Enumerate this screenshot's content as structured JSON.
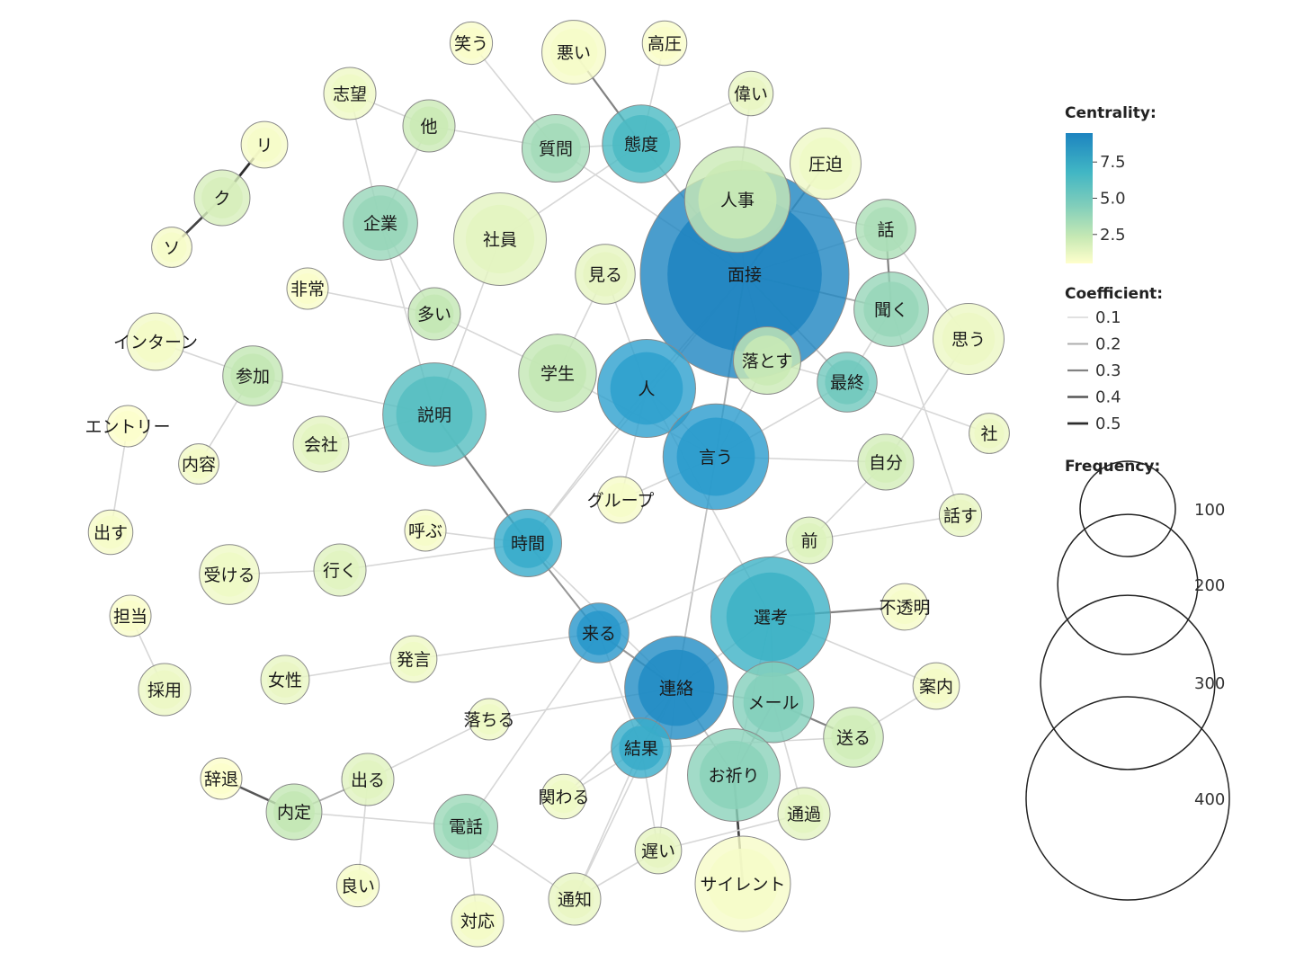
{
  "legend": {
    "centrality_title": "Centrality:",
    "centrality_ticks": [
      {
        "value": 7.5,
        "label": "7.5"
      },
      {
        "value": 5.0,
        "label": "5.0"
      },
      {
        "value": 2.5,
        "label": "2.5"
      }
    ],
    "centrality_range": [
      0.5,
      9.5
    ],
    "colors": [
      "#ffffcc",
      "#c7e9b4",
      "#7fcdbb",
      "#41b6c4",
      "#2c9fcf",
      "#1d84c0"
    ],
    "coefficient_title": "Coefficient:",
    "coefficient_items": [
      {
        "value": 0.1,
        "label": "0.1"
      },
      {
        "value": 0.2,
        "label": "0.2"
      },
      {
        "value": 0.3,
        "label": "0.3"
      },
      {
        "value": 0.4,
        "label": "0.4"
      },
      {
        "value": 0.5,
        "label": "0.5"
      }
    ],
    "frequency_title": "Frequency:",
    "frequency_items": [
      {
        "value": 100,
        "label": "100"
      },
      {
        "value": 200,
        "label": "200"
      },
      {
        "value": 300,
        "label": "300"
      },
      {
        "value": 400,
        "label": "400"
      }
    ]
  },
  "nodes": [
    {
      "id": "面接",
      "label": "面接",
      "freq": 420,
      "c": 9.5
    },
    {
      "id": "人事",
      "label": "人事",
      "freq": 120,
      "c": 2.2
    },
    {
      "id": "態度",
      "label": "態度",
      "freq": 70,
      "c": 5.6
    },
    {
      "id": "質問",
      "label": "質問",
      "freq": 55,
      "c": 3.2
    },
    {
      "id": "悪い",
      "label": "悪い",
      "freq": 50,
      "c": 0.8
    },
    {
      "id": "高圧",
      "label": "高圧",
      "freq": 28,
      "c": 0.7
    },
    {
      "id": "偉い",
      "label": "偉い",
      "freq": 28,
      "c": 1.2
    },
    {
      "id": "笑う",
      "label": "笑う",
      "freq": 26,
      "c": 0.7
    },
    {
      "id": "志望",
      "label": "志望",
      "freq": 36,
      "c": 1.0
    },
    {
      "id": "他",
      "label": "他",
      "freq": 36,
      "c": 2.2
    },
    {
      "id": "企業",
      "label": "企業",
      "freq": 65,
      "c": 3.5
    },
    {
      "id": "社員",
      "label": "社員",
      "freq": 95,
      "c": 1.4
    },
    {
      "id": "見る",
      "label": "見る",
      "freq": 45,
      "c": 1.3
    },
    {
      "id": "圧迫",
      "label": "圧迫",
      "freq": 60,
      "c": 1.0
    },
    {
      "id": "話",
      "label": "話",
      "freq": 45,
      "c": 3.0
    },
    {
      "id": "聞く",
      "label": "聞く",
      "freq": 65,
      "c": 3.5
    },
    {
      "id": "思う",
      "label": "思う",
      "freq": 60,
      "c": 1.1
    },
    {
      "id": "非常",
      "label": "非常",
      "freq": 25,
      "c": 0.7
    },
    {
      "id": "多い",
      "label": "多い",
      "freq": 36,
      "c": 2.4
    },
    {
      "id": "学生",
      "label": "学生",
      "freq": 70,
      "c": 2.4
    },
    {
      "id": "人",
      "label": "人",
      "freq": 105,
      "c": 7.6
    },
    {
      "id": "落とす",
      "label": "落とす",
      "freq": 55,
      "c": 2.2
    },
    {
      "id": "最終",
      "label": "最終",
      "freq": 45,
      "c": 4.5
    },
    {
      "id": "インターン",
      "label": "インターン",
      "freq": 42,
      "c": 0.9
    },
    {
      "id": "参加",
      "label": "参加",
      "freq": 45,
      "c": 2.4
    },
    {
      "id": "説明",
      "label": "説明",
      "freq": 115,
      "c": 5.3
    },
    {
      "id": "言う",
      "label": "言う",
      "freq": 120,
      "c": 8.0
    },
    {
      "id": "自分",
      "label": "自分",
      "freq": 40,
      "c": 1.9
    },
    {
      "id": "社",
      "label": "社",
      "freq": 24,
      "c": 1.1
    },
    {
      "id": "エントリー",
      "label": "エントリー",
      "freq": 25,
      "c": 0.6
    },
    {
      "id": "内容",
      "label": "内容",
      "freq": 24,
      "c": 0.9
    },
    {
      "id": "会社",
      "label": "会社",
      "freq": 40,
      "c": 1.4
    },
    {
      "id": "グループ",
      "label": "グループ",
      "freq": 30,
      "c": 0.8
    },
    {
      "id": "出す",
      "label": "出す",
      "freq": 28,
      "c": 0.8
    },
    {
      "id": "呼ぶ",
      "label": "呼ぶ",
      "freq": 25,
      "c": 0.8
    },
    {
      "id": "時間",
      "label": "時間",
      "freq": 55,
      "c": 6.8
    },
    {
      "id": "話す",
      "label": "話す",
      "freq": 26,
      "c": 1.2
    },
    {
      "id": "前",
      "label": "前",
      "freq": 30,
      "c": 1.6
    },
    {
      "id": "受ける",
      "label": "受ける",
      "freq": 45,
      "c": 1.0
    },
    {
      "id": "行く",
      "label": "行く",
      "freq": 36,
      "c": 1.5
    },
    {
      "id": "担当",
      "label": "担当",
      "freq": 25,
      "c": 0.7
    },
    {
      "id": "来る",
      "label": "来る",
      "freq": 45,
      "c": 8.3
    },
    {
      "id": "選考",
      "label": "選考",
      "freq": 150,
      "c": 6.3
    },
    {
      "id": "不透明",
      "label": "不透明",
      "freq": 30,
      "c": 0.8
    },
    {
      "id": "発言",
      "label": "発言",
      "freq": 30,
      "c": 1.0
    },
    {
      "id": "女性",
      "label": "女性",
      "freq": 32,
      "c": 1.2
    },
    {
      "id": "採用",
      "label": "採用",
      "freq": 36,
      "c": 1.1
    },
    {
      "id": "連絡",
      "label": "連絡",
      "freq": 115,
      "c": 9.0
    },
    {
      "id": "メール",
      "label": "メール",
      "freq": 75,
      "c": 4.0
    },
    {
      "id": "案内",
      "label": "案内",
      "freq": 30,
      "c": 0.9
    },
    {
      "id": "落ちる",
      "label": "落ちる",
      "freq": 25,
      "c": 1.0
    },
    {
      "id": "送る",
      "label": "送る",
      "freq": 45,
      "c": 2.0
    },
    {
      "id": "結果",
      "label": "結果",
      "freq": 45,
      "c": 6.7
    },
    {
      "id": "辞退",
      "label": "辞退",
      "freq": 25,
      "c": 0.6
    },
    {
      "id": "出る",
      "label": "出る",
      "freq": 36,
      "c": 1.5
    },
    {
      "id": "お祈り",
      "label": "お祈り",
      "freq": 95,
      "c": 3.8
    },
    {
      "id": "関わる",
      "label": "関わる",
      "freq": 28,
      "c": 1.0
    },
    {
      "id": "内定",
      "label": "内定",
      "freq": 40,
      "c": 2.4
    },
    {
      "id": "通過",
      "label": "通過",
      "freq": 36,
      "c": 1.4
    },
    {
      "id": "電話",
      "label": "電話",
      "freq": 50,
      "c": 3.4
    },
    {
      "id": "遅い",
      "label": "遅い",
      "freq": 30,
      "c": 1.3
    },
    {
      "id": "サイレント",
      "label": "サイレント",
      "freq": 100,
      "c": 0.8
    },
    {
      "id": "良い",
      "label": "良い",
      "freq": 26,
      "c": 0.8
    },
    {
      "id": "通知",
      "label": "通知",
      "freq": 36,
      "c": 1.2
    },
    {
      "id": "対応",
      "label": "対応",
      "freq": 36,
      "c": 0.9
    },
    {
      "id": "リ",
      "label": "リ",
      "freq": 30,
      "c": 0.8
    },
    {
      "id": "ク",
      "label": "ク",
      "freq": 40,
      "c": 1.8
    },
    {
      "id": "ソ",
      "label": "ソ",
      "freq": 24,
      "c": 0.8
    }
  ],
  "edges": [
    [
      "リ",
      "ク",
      0.5
    ],
    [
      "ク",
      "ソ",
      0.45
    ],
    [
      "志望",
      "他",
      0.1
    ],
    [
      "志望",
      "企業",
      0.1
    ],
    [
      "他",
      "企業",
      0.1
    ],
    [
      "他",
      "質問",
      0.1
    ],
    [
      "笑う",
      "質問",
      0.1
    ],
    [
      "悪い",
      "態度",
      0.3
    ],
    [
      "高圧",
      "態度",
      0.1
    ],
    [
      "偉い",
      "態度",
      0.1
    ],
    [
      "偉い",
      "人事",
      0.1
    ],
    [
      "質問",
      "態度",
      0.1
    ],
    [
      "質問",
      "面接",
      0.1
    ],
    [
      "態度",
      "社員",
      0.1
    ],
    [
      "態度",
      "面接",
      0.15
    ],
    [
      "圧迫",
      "面接",
      0.25
    ],
    [
      "人事",
      "話",
      0.1
    ],
    [
      "人事",
      "面接",
      0.1
    ],
    [
      "面接",
      "話",
      0.1
    ],
    [
      "話",
      "聞く",
      0.3
    ],
    [
      "話",
      "思う",
      0.1
    ],
    [
      "面接",
      "聞く",
      0.2
    ],
    [
      "聞く",
      "最終",
      0.1
    ],
    [
      "聞く",
      "話す",
      0.1
    ],
    [
      "面接",
      "最終",
      0.15
    ],
    [
      "最終",
      "社",
      0.1
    ],
    [
      "落とす",
      "最終",
      0.1
    ],
    [
      "落とす",
      "面接",
      0.1
    ],
    [
      "落とす",
      "言う",
      0.1
    ],
    [
      "面接",
      "人",
      0.1
    ],
    [
      "面接",
      "言う",
      0.2
    ],
    [
      "面接",
      "時間",
      0.1
    ],
    [
      "見る",
      "学生",
      0.1
    ],
    [
      "見る",
      "人",
      0.1
    ],
    [
      "非常",
      "多い",
      0.1
    ],
    [
      "企業",
      "多い",
      0.1
    ],
    [
      "企業",
      "説明",
      0.1
    ],
    [
      "多い",
      "学生",
      0.1
    ],
    [
      "社員",
      "説明",
      0.1
    ],
    [
      "学生",
      "言う",
      0.1
    ],
    [
      "人",
      "言う",
      0.1
    ],
    [
      "人",
      "グループ",
      0.1
    ],
    [
      "人",
      "時間",
      0.1
    ],
    [
      "人",
      "選考",
      0.1
    ],
    [
      "言う",
      "自分",
      0.1
    ],
    [
      "言う",
      "最終",
      0.1
    ],
    [
      "言う",
      "連絡",
      0.15
    ],
    [
      "思う",
      "自分",
      0.1
    ],
    [
      "自分",
      "前",
      0.1
    ],
    [
      "前",
      "話す",
      0.1
    ],
    [
      "インターン",
      "参加",
      0.1
    ],
    [
      "参加",
      "内容",
      0.1
    ],
    [
      "参加",
      "説明",
      0.1
    ],
    [
      "会社",
      "説明",
      0.1
    ],
    [
      "説明",
      "時間",
      0.3
    ],
    [
      "エントリー",
      "出す",
      0.1
    ],
    [
      "グループ",
      "言う",
      0.1
    ],
    [
      "呼ぶ",
      "時間",
      0.1
    ],
    [
      "時間",
      "行く",
      0.1
    ],
    [
      "受ける",
      "行く",
      0.1
    ],
    [
      "時間",
      "来る",
      0.25
    ],
    [
      "時間",
      "連絡",
      0.1
    ],
    [
      "前",
      "来る",
      0.1
    ],
    [
      "担当",
      "採用",
      0.1
    ],
    [
      "来る",
      "発言",
      0.1
    ],
    [
      "女性",
      "発言",
      0.1
    ],
    [
      "来る",
      "連絡",
      0.25
    ],
    [
      "来る",
      "電話",
      0.1
    ],
    [
      "来る",
      "結果",
      0.1
    ],
    [
      "選考",
      "不透明",
      0.3
    ],
    [
      "選考",
      "連絡",
      0.1
    ],
    [
      "選考",
      "メール",
      0.1
    ],
    [
      "選考",
      "案内",
      0.1
    ],
    [
      "選考",
      "お祈り",
      0.1
    ],
    [
      "連絡",
      "メール",
      0.15
    ],
    [
      "連絡",
      "結果",
      0.15
    ],
    [
      "連絡",
      "お祈り",
      0.15
    ],
    [
      "連絡",
      "遅い",
      0.1
    ],
    [
      "連絡",
      "落ちる",
      0.1
    ],
    [
      "連絡",
      "通知",
      0.1
    ],
    [
      "連絡",
      "関わる",
      0.1
    ],
    [
      "メール",
      "送る",
      0.3
    ],
    [
      "メール",
      "お祈り",
      0.2
    ],
    [
      "メール",
      "通過",
      0.1
    ],
    [
      "結果",
      "送る",
      0.1
    ],
    [
      "送る",
      "案内",
      0.1
    ],
    [
      "結果",
      "関わる",
      0.1
    ],
    [
      "結果",
      "遅い",
      0.1
    ],
    [
      "結果",
      "通知",
      0.1
    ],
    [
      "お祈り",
      "サイレント",
      0.45
    ],
    [
      "遅い",
      "通過",
      0.1
    ],
    [
      "通知",
      "電話",
      0.1
    ],
    [
      "電話",
      "対応",
      0.1
    ],
    [
      "電話",
      "内定",
      0.1
    ],
    [
      "辞退",
      "内定",
      0.4
    ],
    [
      "内定",
      "出る",
      0.2
    ],
    [
      "出る",
      "落ちる",
      0.1
    ],
    [
      "出る",
      "良い",
      0.1
    ],
    [
      "遅い",
      "通知",
      0.1
    ]
  ]
}
